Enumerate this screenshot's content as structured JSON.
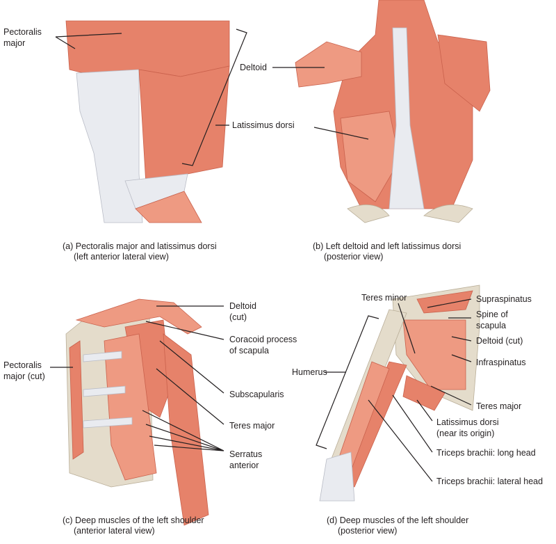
{
  "panels": {
    "a": {
      "labels": {
        "pectoralis_1": "Pectoralis",
        "pectoralis_2": "major",
        "latissimus": "Latissimus dorsi"
      },
      "caption_1": "(a) Pectoralis major and latissimus dorsi",
      "caption_2": "(left anterior lateral view)"
    },
    "b": {
      "labels": {
        "deltoid": "Deltoid"
      },
      "caption_1": "(b) Left deltoid and left latissimus dorsi",
      "caption_2": "(posterior view)"
    },
    "c": {
      "labels": {
        "deltoid_1": "Deltoid",
        "deltoid_2": "(cut)",
        "coracoid_1": "Coracoid process",
        "coracoid_2": "of scapula",
        "pectoralis_1": "Pectoralis",
        "pectoralis_2": "major (cut)",
        "subscapularis": "Subscapularis",
        "teres_major": "Teres major",
        "serratus_1": "Serratus",
        "serratus_2": "anterior"
      },
      "caption_1": "(c) Deep muscles of the left shoulder",
      "caption_2": "(anterior lateral view)"
    },
    "d": {
      "labels": {
        "teres_minor": "Teres minor",
        "supraspinatus": "Supraspinatus",
        "spine_1": "Spine of",
        "spine_2": "scapula",
        "deltoid_cut": "Deltoid (cut)",
        "infraspinatus": "Infraspinatus",
        "humerus": "Humerus",
        "teres_major": "Teres major",
        "latissimus_1": "Latissimus dorsi",
        "latissimus_2": "(near its origin)",
        "triceps_long": "Triceps brachii: long head",
        "triceps_lateral": "Triceps brachii: lateral head"
      },
      "caption_1": "(d) Deep muscles of the left shoulder",
      "caption_2": "(posterior view)"
    }
  },
  "colors": {
    "muscle": "#e6826a",
    "tendon": "#e9ebf0",
    "bone": "#e4dccb",
    "text": "#231f20"
  }
}
